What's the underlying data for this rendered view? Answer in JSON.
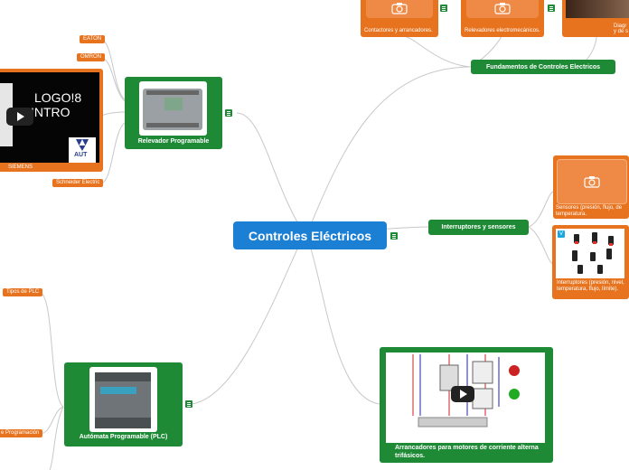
{
  "central": {
    "label": "Controles Eléctricos"
  },
  "branches": {
    "fundamentos": {
      "label": "Fundamentos de Controles Electricos"
    },
    "interruptores": {
      "label": "Interruptores y sensores"
    },
    "relevador": {
      "label": "Relevador Programable"
    },
    "plc": {
      "label": "Autómata Programable (PLC)"
    },
    "arrancadores": {
      "label": "Arrancadores para motores de corriente alterna trifásicos."
    }
  },
  "leaves": {
    "eaton": "EATON",
    "omron": "OMRON",
    "siemens": "SIEMENS",
    "schneider": "Schneider Electric",
    "tipos_plc": "Tipos de PLC",
    "programacion": "e Programación",
    "contactores": "Contactores y arrancadores.",
    "relevadores": "Relevadores electromecánicos.",
    "diagramas_a": "Diagr",
    "diagramas_b": "y de s",
    "sensores": "Sensores (presión, flujo, de temperatura.",
    "interruptores_detail": "Interruptores (presión, nivel, temperatura, flujo, límite)."
  },
  "video": {
    "logo_line1": "LOGO!8",
    "logo_line2": "INTRO",
    "badge": "AUT"
  },
  "colors": {
    "green": "#1e8a36",
    "central": "#1b7fd4",
    "orange": "#e8731f",
    "connector": "#c8c8cc"
  },
  "icons": [
    "camera-icon",
    "notes-icon",
    "play-icon",
    "vine-icon"
  ]
}
